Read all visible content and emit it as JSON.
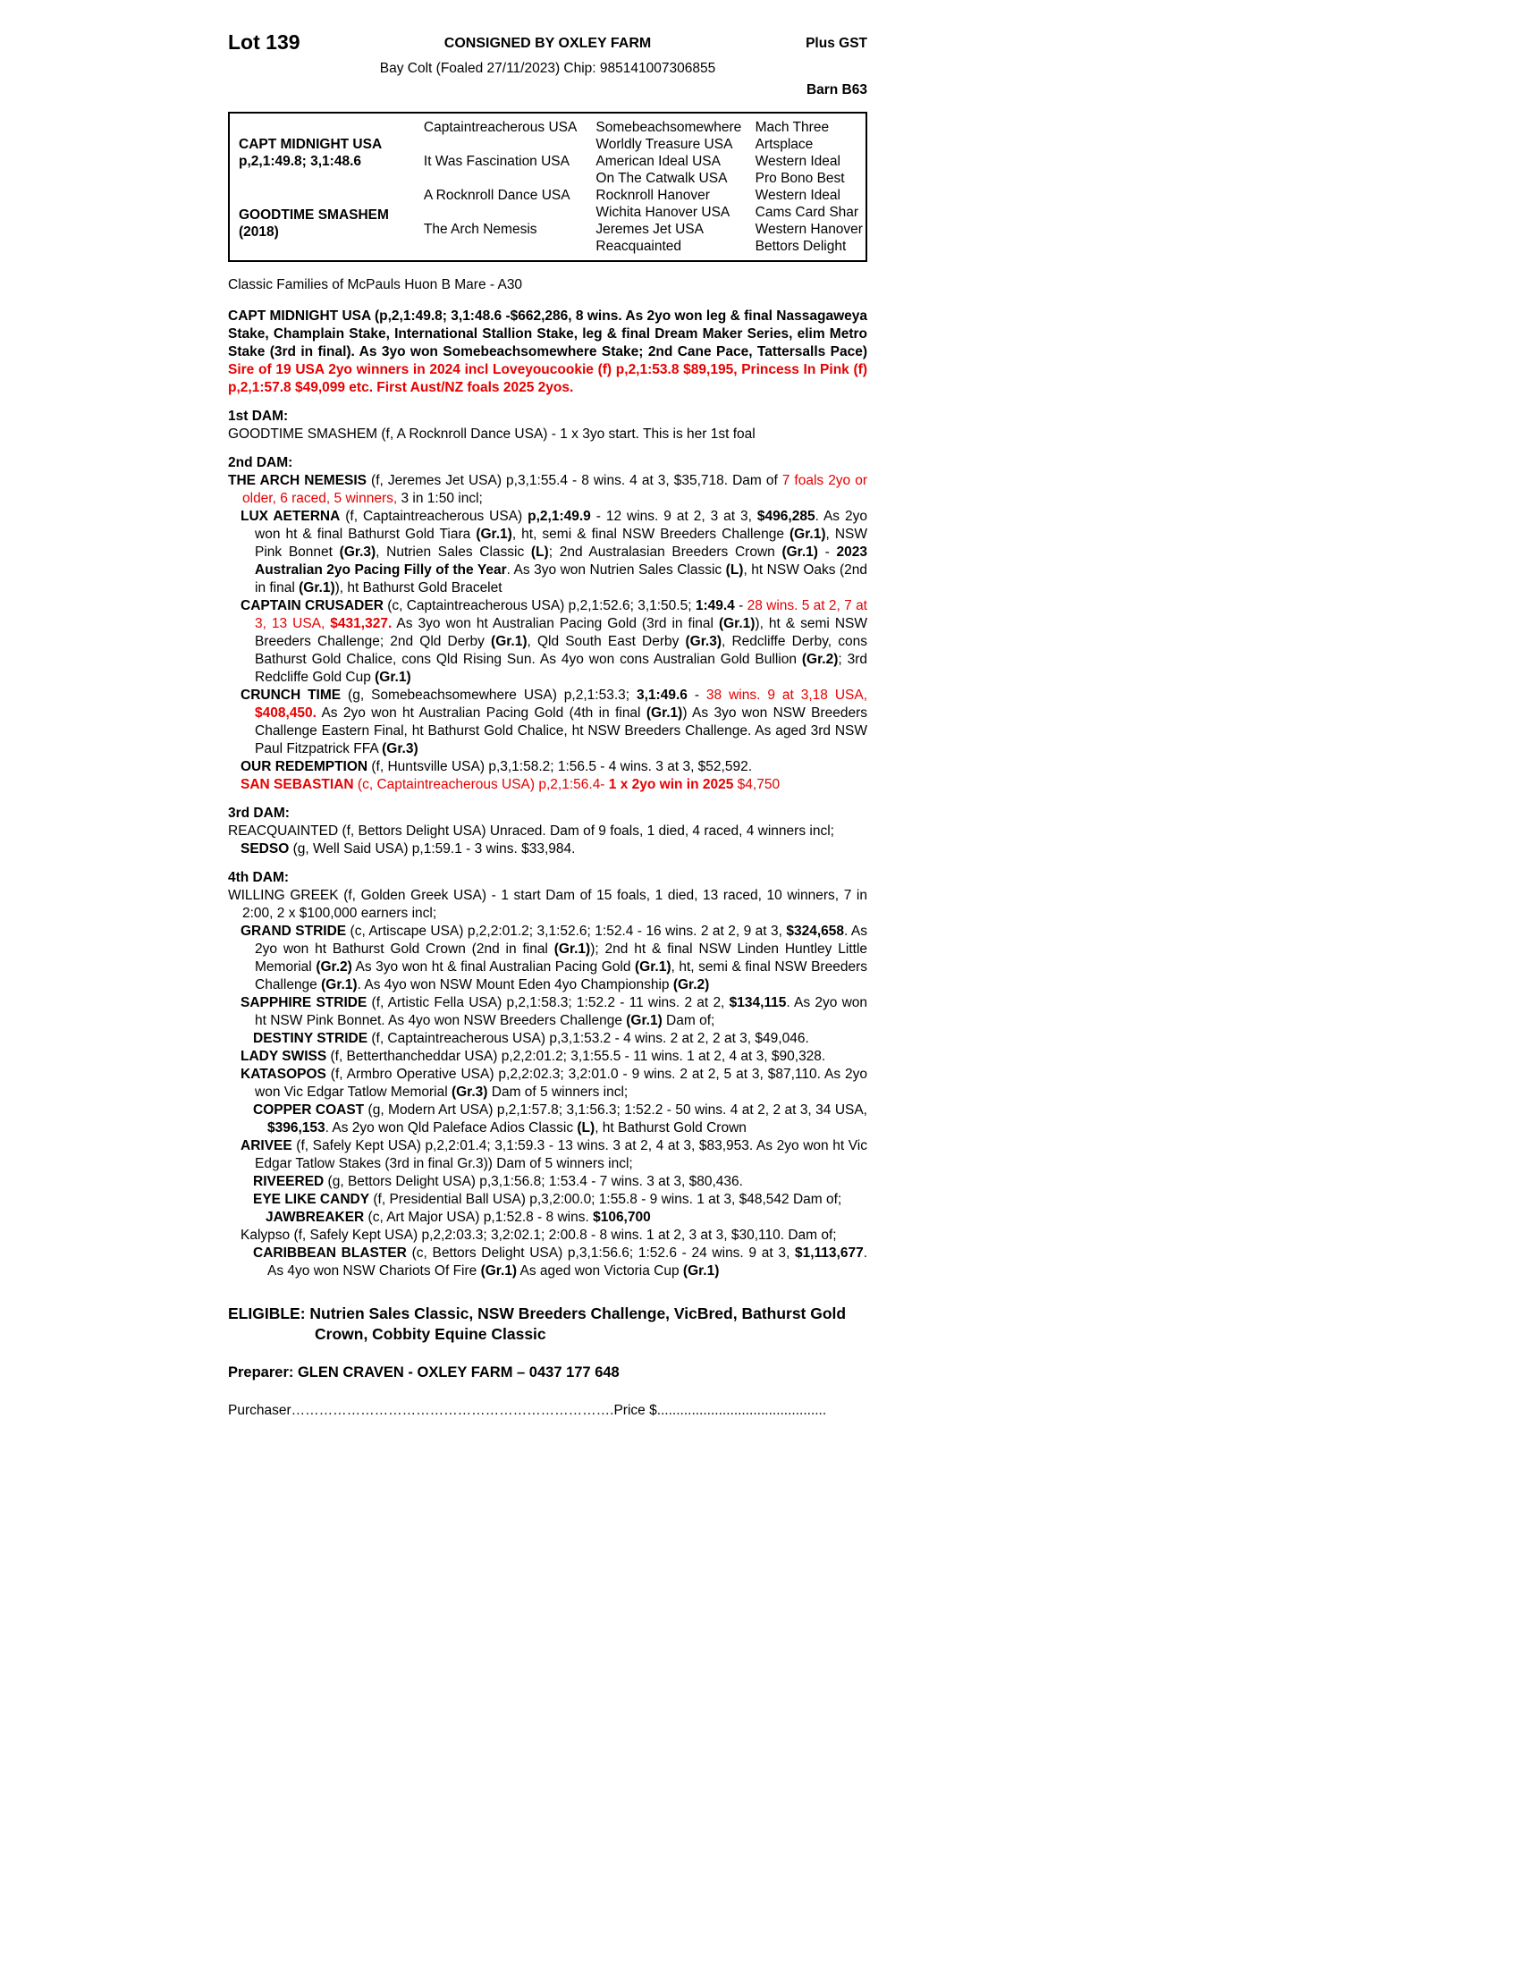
{
  "colors": {
    "text_red": "#e60000"
  },
  "header": {
    "lot": "Lot 139",
    "consigned": "CONSIGNED BY OXLEY FARM",
    "plus_gst": "Plus GST",
    "description": "Bay Colt (Foaled 27/11/2023) Chip: 985141007306855",
    "barn": "Barn B63"
  },
  "pedigree": {
    "sire_name": "CAPT MIDNIGHT USA",
    "sire_record": "p,2,1:49.8; 3,1:48.6",
    "dam_name": "GOODTIME SMASHEM",
    "dam_record": "(2018)",
    "gen2": [
      "Captaintreacherous USA",
      "It Was Fascination USA",
      "A Rocknroll Dance USA",
      "The Arch Nemesis"
    ],
    "gen3": [
      "Somebeachsomewhere",
      "Worldly Treasure USA",
      "American Ideal USA",
      "On The Catwalk USA",
      "Rocknroll Hanover",
      "Wichita Hanover USA",
      "Jeremes Jet USA",
      "Reacquainted"
    ],
    "gen4": [
      "Mach Three",
      "Artsplace",
      "Western Ideal",
      "Pro Bono Best",
      "Western Ideal",
      "Cams Card Shar",
      "Western Hanover",
      "Bettors Delight"
    ]
  },
  "family_line": "Classic Families of McPauls Huon B Mare - A30",
  "headings": {
    "dam1": "1st DAM:",
    "dam2": "2nd DAM:",
    "dam3": "3rd DAM:",
    "dam4": "4th DAM:"
  },
  "paragraphs": {
    "sire_para": [
      {
        "t": "CAPT MIDNIGHT USA (p,2,1:49.8; 3,1:48.6 -$662,286, 8 wins. As 2yo won leg & final Nassagaweya Stake, Champlain Stake, International Stallion Stake, leg & final Dream Maker Series, elim Metro Stake (3rd in final). As 3yo won Somebeachsomewhere Stake; 2nd Cane Pace, Tattersalls Pace) ",
        "b": 1
      },
      {
        "t": "Sire of 19 USA 2yo winners in 2024 incl Loveyoucookie (f) p,2,1:53.8 $89,195, Princess In Pink (f) p,2,1:57.8 $49,099 etc. First Aust/NZ foals 2025 2yos.",
        "b": 1,
        "r": 1
      }
    ],
    "goodtime_smashem": [
      {
        "t": "GOODTIME SMASHEM (f, A Rocknroll Dance USA) - 1 x 3yo start. This is her 1st foal"
      }
    ],
    "arch_nemesis": [
      {
        "t": "THE ARCH NEMESIS",
        "b": 1
      },
      {
        "t": " (f, Jeremes Jet USA) p,3,1:55.4 - 8 wins. 4 at 3, $35,718. Dam of "
      },
      {
        "t": "7 foals 2yo or older, 6 raced, 5 winners,",
        "r": 1
      },
      {
        "t": " 3 in 1:50 incl;"
      }
    ],
    "lux_aeterna": [
      {
        "t": "LUX AETERNA",
        "b": 1
      },
      {
        "t": " (f, Captaintreacherous USA) "
      },
      {
        "t": "p,2,1:49.9",
        "b": 1
      },
      {
        "t": " - 12 wins. 9 at 2, 3 at 3, "
      },
      {
        "t": "$496,285",
        "b": 1
      },
      {
        "t": ". As 2yo won ht & final Bathurst Gold Tiara "
      },
      {
        "t": "(Gr.1)",
        "b": 1
      },
      {
        "t": ", ht, semi & final NSW Breeders Challenge "
      },
      {
        "t": "(Gr.1)",
        "b": 1
      },
      {
        "t": ", NSW Pink Bonnet "
      },
      {
        "t": "(Gr.3)",
        "b": 1
      },
      {
        "t": ", Nutrien Sales Classic "
      },
      {
        "t": "(L)",
        "b": 1
      },
      {
        "t": "; 2nd Australasian Breeders Crown "
      },
      {
        "t": "(Gr.1)",
        "b": 1
      },
      {
        "t": " - "
      },
      {
        "t": "2023 Australian 2yo Pacing Filly of the Year",
        "b": 1
      },
      {
        "t": ". As 3yo won Nutrien Sales Classic "
      },
      {
        "t": "(L)",
        "b": 1
      },
      {
        "t": ", ht NSW Oaks (2nd in final "
      },
      {
        "t": "(Gr.1)",
        "b": 1
      },
      {
        "t": "), ht Bathurst Gold Bracelet"
      }
    ],
    "captain_crusader": [
      {
        "t": "CAPTAIN CRUSADER",
        "b": 1
      },
      {
        "t": " (c, Captaintreacherous USA) p,2,1:52.6; 3,1:50.5; "
      },
      {
        "t": "1:49.4",
        "b": 1
      },
      {
        "t": " - "
      },
      {
        "t": "28 wins. 5 at 2, 7 at 3, 13 USA, ",
        "r": 1
      },
      {
        "t": "$431,327.",
        "b": 1,
        "r": 1
      },
      {
        "t": " As 3yo won ht Australian Pacing Gold (3rd in final "
      },
      {
        "t": "(Gr.1)",
        "b": 1
      },
      {
        "t": "), ht & semi NSW Breeders Challenge; 2nd Qld Derby "
      },
      {
        "t": "(Gr.1)",
        "b": 1
      },
      {
        "t": ", Qld South East Derby "
      },
      {
        "t": "(Gr.3)",
        "b": 1
      },
      {
        "t": ", Redcliffe Derby, cons Bathurst Gold Chalice, cons Qld Rising Sun. As 4yo won cons Australian Gold Bullion "
      },
      {
        "t": "(Gr.2)",
        "b": 1
      },
      {
        "t": "; 3rd Redcliffe Gold Cup "
      },
      {
        "t": "(Gr.1)",
        "b": 1
      }
    ],
    "crunch_time": [
      {
        "t": "CRUNCH TIME",
        "b": 1
      },
      {
        "t": " (g, Somebeachsomewhere USA) p,2,1:53.3; "
      },
      {
        "t": "3,1:49.6",
        "b": 1
      },
      {
        "t": " - "
      },
      {
        "t": "38 wins. 9 at 3,18 USA, ",
        "r": 1
      },
      {
        "t": "$408,450.",
        "b": 1,
        "r": 1
      },
      {
        "t": " As 2yo won ht Australian Pacing Gold (4th in final "
      },
      {
        "t": "(Gr.1)",
        "b": 1
      },
      {
        "t": ") As 3yo won NSW Breeders Challenge Eastern Final, ht Bathurst Gold Chalice, ht NSW Breeders Challenge. As aged 3rd NSW Paul Fitzpatrick FFA "
      },
      {
        "t": "(Gr.3)",
        "b": 1
      }
    ],
    "our_redemption": [
      {
        "t": "OUR REDEMPTION",
        "b": 1
      },
      {
        "t": " (f, Huntsville USA) p,3,1:58.2; 1:56.5 - 4 wins. 3 at 3, $52,592."
      }
    ],
    "san_sebastian": [
      {
        "t": "SAN SEBASTIAN",
        "b": 1,
        "r": 1
      },
      {
        "t": " (c, Captaintreacherous USA) p,2,1:56.4-  ",
        "r": 1
      },
      {
        "t": "1 x 2yo win in 2025",
        "b": 1,
        "r": 1
      },
      {
        "t": " $4,750",
        "r": 1
      }
    ],
    "reacquainted": [
      {
        "t": "REACQUAINTED (f, Bettors Delight USA) Unraced. Dam of 9 foals, 1 died, 4 raced, 4 winners incl;"
      }
    ],
    "sedso": [
      {
        "t": "SEDSO",
        "b": 1
      },
      {
        "t": " (g, Well Said USA) p,1:59.1 - 3 wins. $33,984."
      }
    ],
    "willing_greek": [
      {
        "t": "WILLING GREEK (f, Golden Greek USA) - 1 start Dam of 15 foals, 1 died, 13 raced, 10 winners, 7 in 2:00, 2 x $100,000 earners incl;"
      }
    ],
    "grand_stride": [
      {
        "t": "GRAND STRIDE",
        "b": 1
      },
      {
        "t": " (c, Artiscape USA) p,2,2:01.2; 3,1:52.6; 1:52.4 - 16 wins. 2 at 2, 9 at 3, "
      },
      {
        "t": "$324,658",
        "b": 1
      },
      {
        "t": ". As 2yo won ht Bathurst Gold Crown (2nd in final "
      },
      {
        "t": "(Gr.1)",
        "b": 1
      },
      {
        "t": "); 2nd ht & final NSW Linden Huntley Little Memorial "
      },
      {
        "t": "(Gr.2)",
        "b": 1
      },
      {
        "t": " As 3yo won ht & final Australian Pacing Gold "
      },
      {
        "t": "(Gr.1)",
        "b": 1
      },
      {
        "t": ", ht, semi & final NSW Breeders Challenge "
      },
      {
        "t": "(Gr.1)",
        "b": 1
      },
      {
        "t": ". As 4yo won NSW Mount Eden 4yo Championship "
      },
      {
        "t": "(Gr.2)",
        "b": 1
      }
    ],
    "sapphire_stride": [
      {
        "t": "SAPPHIRE STRIDE",
        "b": 1
      },
      {
        "t": " (f, Artistic Fella USA) p,2,1:58.3; 1:52.2 - 11 wins. 2 at 2, "
      },
      {
        "t": "$134,115",
        "b": 1
      },
      {
        "t": ". As 2yo won ht NSW Pink Bonnet. As 4yo won NSW Breeders Challenge "
      },
      {
        "t": "(Gr.1)",
        "b": 1
      },
      {
        "t": " Dam of;"
      }
    ],
    "destiny_stride": [
      {
        "t": "DESTINY STRIDE",
        "b": 1
      },
      {
        "t": " (f, Captaintreacherous USA) p,3,1:53.2 - 4 wins. 2 at 2, 2 at 3, $49,046."
      }
    ],
    "lady_swiss": [
      {
        "t": "LADY SWISS",
        "b": 1
      },
      {
        "t": " (f, Betterthancheddar USA) p,2,2:01.2; 3,1:55.5 - 11 wins. 1 at 2, 4 at 3, $90,328."
      }
    ],
    "katasopos": [
      {
        "t": "KATASOPOS",
        "b": 1
      },
      {
        "t": " (f, Armbro Operative USA) p,2,2:02.3; 3,2:01.0 - 9 wins. 2 at 2, 5 at 3, $87,110. As 2yo won Vic Edgar Tatlow Memorial "
      },
      {
        "t": "(Gr.3)",
        "b": 1
      },
      {
        "t": " Dam of 5 winners incl;"
      }
    ],
    "copper_coast": [
      {
        "t": "COPPER COAST",
        "b": 1
      },
      {
        "t": " (g, Modern Art USA) p,2,1:57.8; 3,1:56.3; 1:52.2 - 50 wins. 4 at 2, 2 at 3, 34 USA, "
      },
      {
        "t": "$396,153",
        "b": 1
      },
      {
        "t": ". As 2yo won Qld Paleface Adios Classic "
      },
      {
        "t": "(L)",
        "b": 1
      },
      {
        "t": ", ht Bathurst Gold Crown"
      }
    ],
    "arivee": [
      {
        "t": "ARIVEE",
        "b": 1
      },
      {
        "t": " (f, Safely Kept USA) p,2,2:01.4; 3,1:59.3 - 13 wins. 3 at 2, 4 at 3, $83,953. As 2yo won ht Vic Edgar Tatlow Stakes (3rd in final Gr.3)) Dam of 5 winners incl;"
      }
    ],
    "riveered": [
      {
        "t": "RIVEERED",
        "b": 1
      },
      {
        "t": " (g, Bettors Delight USA) p,3,1:56.8; 1:53.4 - 7 wins. 3 at 3, $80,436."
      }
    ],
    "eye_like_candy": [
      {
        "t": "EYE LIKE CANDY",
        "b": 1
      },
      {
        "t": " (f, Presidential Ball USA) p,3,2:00.0; 1:55.8 - 9 wins. 1 at 3, $48,542 Dam of;"
      }
    ],
    "jawbreaker": [
      {
        "t": "JAWBREAKER",
        "b": 1
      },
      {
        "t": " (c, Art Major USA) p,1:52.8 - 8 wins. "
      },
      {
        "t": "$106,700",
        "b": 1
      }
    ],
    "kalypso": [
      {
        "t": "Kalypso (f, Safely Kept USA) p,2,2:03.3; 3,2:02.1; 2:00.8 - 8 wins. 1 at 2, 3 at 3, $30,110. Dam of;"
      }
    ],
    "caribbean_blaster": [
      {
        "t": "CARIBBEAN BLASTER",
        "b": 1
      },
      {
        "t": " (c, Bettors Delight USA) p,3,1:56.6; 1:52.6 - 24 wins. 9 at 3, "
      },
      {
        "t": "$1,113,677",
        "b": 1
      },
      {
        "t": ". As 4yo won NSW Chariots Of Fire "
      },
      {
        "t": "(Gr.1)",
        "b": 1
      },
      {
        "t": " As aged won Victoria Cup "
      },
      {
        "t": "(Gr.1)",
        "b": 1
      }
    ],
    "eligible": [
      {
        "t": "ELIGIBLE: Nutrien Sales Classic, NSW Breeders Challenge, VicBred, Bathurst Gold Crown, Cobbity Equine Classic",
        "b": 1
      }
    ],
    "preparer": [
      {
        "t": "Preparer: GLEN CRAVEN - OXLEY FARM – 0437 177 648",
        "b": 1
      }
    ],
    "purchaser": [
      {
        "t": "Purchaser…………………………………………………………….Price $............................................"
      }
    ]
  }
}
